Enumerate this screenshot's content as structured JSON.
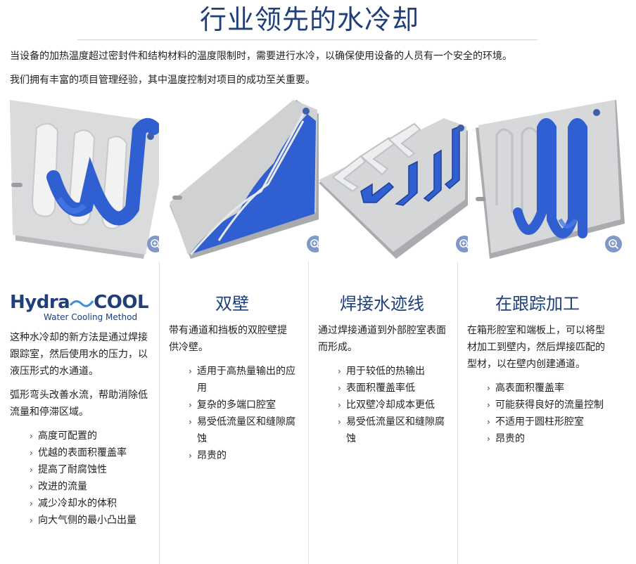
{
  "header": {
    "title": "行业领先的水冷却",
    "intro_1": "当设备的加热温度超过密封件和结构材料的温度限制时，需要进行水冷，以确保使用设备的人员有一个安全的环境。",
    "intro_2": "我们拥有丰富的项目管理经验，其中温度控制对项目的成功至关重要。"
  },
  "colors": {
    "accent": "#1e3f7a",
    "water": "#2f5fd0",
    "zoom_button": "#7f98c8"
  },
  "columns": [
    {
      "logo_main_a": "Hydra",
      "logo_main_b": "COOL",
      "logo_sub": "Water Cooling Method",
      "desc": "这种水冷却的新方法是通过焊接跟踪室，然后使用水的压力，以液压形式的水通道。",
      "desc2": "弧形弯头改善水流，帮助消除低流量和停滞区域。",
      "bullets": [
        "高度可配置的",
        "优越的表面积覆盖率",
        "提高了耐腐蚀性",
        "改进的流量",
        "减少冷却水的体积",
        "向大气侧的最小凸出量"
      ]
    },
    {
      "title": "双壁",
      "desc": "带有通道和挡板的双腔壁提供冷壁。",
      "bullets": [
        "适用于高热量输出的应用",
        "复杂的多端口腔室",
        "易受低流量区和缝隙腐蚀",
        "昂贵的"
      ]
    },
    {
      "title": "焊接水迹线",
      "desc": "通过焊接通道到外部腔室表面而形成。",
      "bullets": [
        "用于较低的热输出",
        "表面积覆盖率低",
        "比双壁冷却成本更低",
        "易受低流量区和缝隙腐蚀"
      ]
    },
    {
      "title": "在跟踪加工",
      "desc": "在箱形腔室和端板上，可以将型材加工到壁内，然后焊接匹配的型材，以在壁内创建通道。",
      "bullets": [
        "高表面积覆盖率",
        "可能获得良好的流量控制",
        "不适用于圆柱形腔室",
        "昂贵的"
      ]
    }
  ],
  "icons": {
    "zoom": "zoom-in-icon",
    "bullet": "chevron-right-icon"
  }
}
